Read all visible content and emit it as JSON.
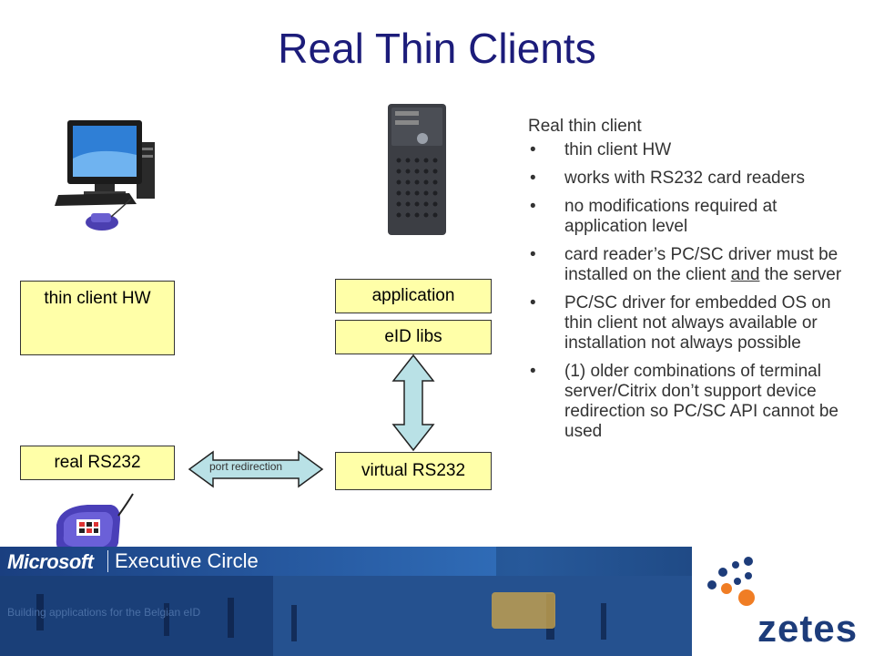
{
  "slide": {
    "title": "Real Thin Clients"
  },
  "diagram": {
    "boxes": {
      "thin_client_hw": "thin client HW",
      "application": "application",
      "eid_libs": "eID libs",
      "real_rs232": "real RS232",
      "virtual_rs232": "virtual RS232"
    },
    "arrow_label": "port redirection"
  },
  "bullets": {
    "heading": "Real thin client",
    "items": [
      "thin client HW",
      "works with RS232 card readers",
      "no modifications required at application level",
      "PC/SC driver for embedded OS on thin client not always available or installation not always possible",
      "(1) older combinations of terminal server/Citrix don’t support device redirection so PC/SC API cannot be used"
    ],
    "item4_parts": [
      "card reader’s PC/SC driver must be installed on the client ",
      "and",
      " the server"
    ]
  },
  "footer": {
    "microsoft": "Microsoft",
    "executive_circle": "Executive Circle",
    "subtitle": "Building applications for the Belgian eID",
    "zetes": "zetes"
  },
  "colors": {
    "title": "#1c1c7a",
    "box_fill": "#ffffa8",
    "arrow_fill": "#b9e1e6"
  }
}
